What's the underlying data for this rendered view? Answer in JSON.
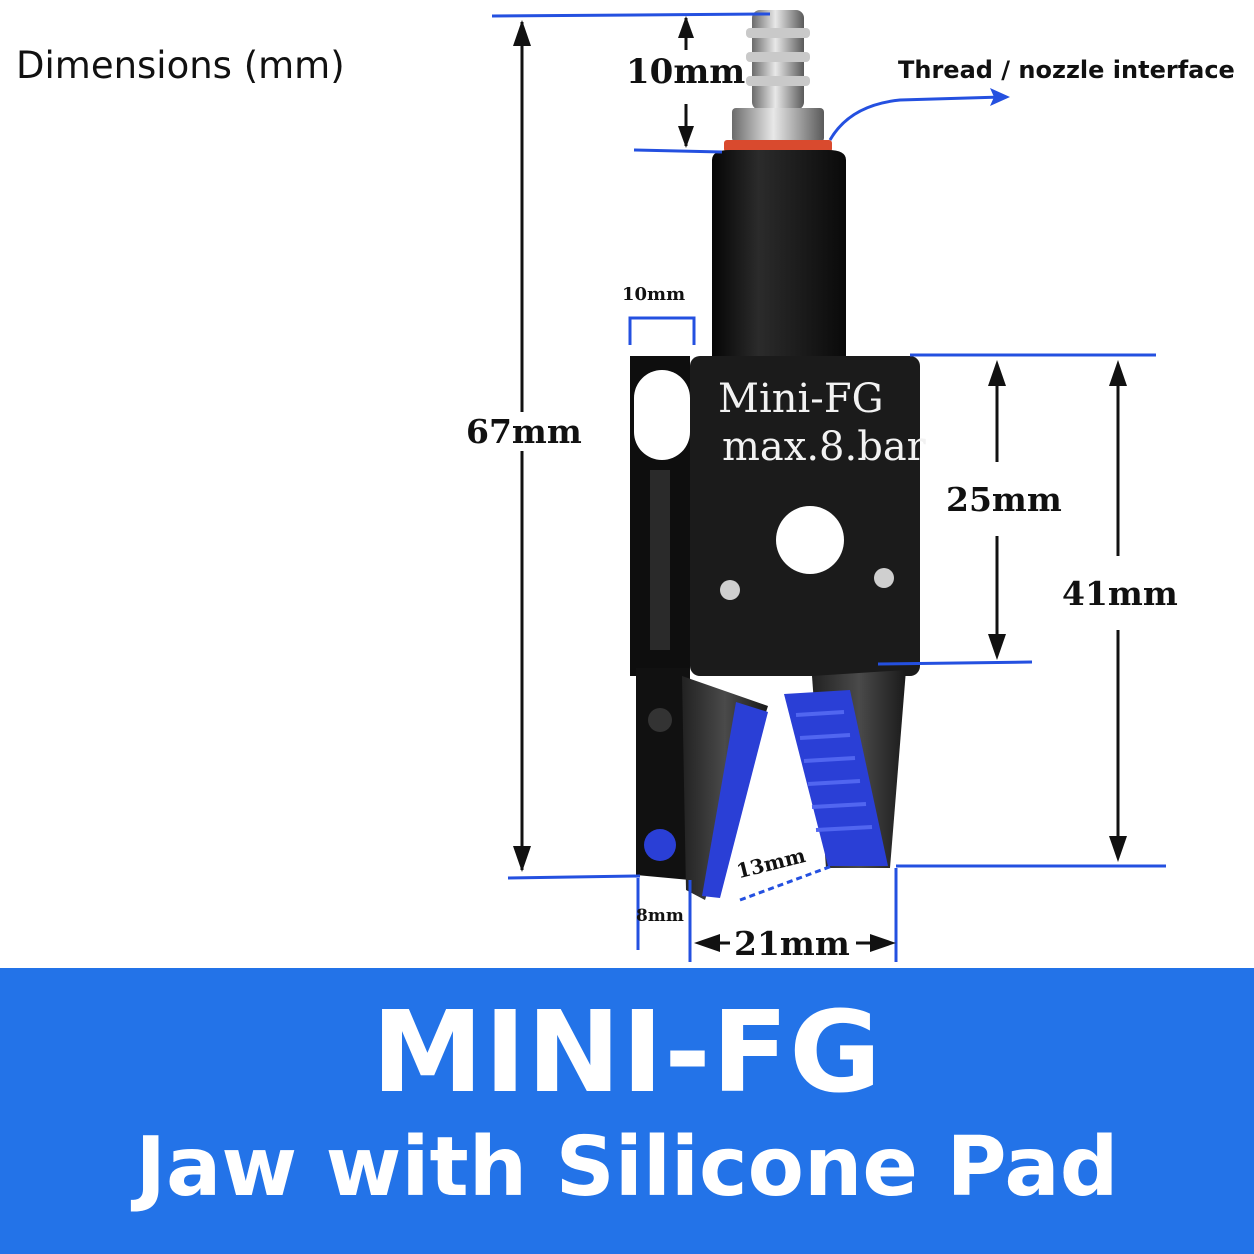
{
  "header": {
    "title": "Dimensions (mm)"
  },
  "device": {
    "label_line1": "Mini-FG",
    "label_line2": "max.8.bar"
  },
  "annotations": {
    "nozzle_height": "10mm",
    "total_height": "67mm",
    "side_width": "10mm",
    "upper_height": "25mm",
    "body_height": "41mm",
    "pad_length": "13mm",
    "jaw_thickness": "8mm",
    "jaw_width": "21mm",
    "thread_note": "Thread / nozzle interface"
  },
  "banner": {
    "title": "MINI-FG",
    "subtitle": "Jaw with Silicone Pad"
  },
  "colors": {
    "dimension_line": "#2450e0",
    "banner": "#2373e8",
    "pad": "#2a3fd6",
    "body": "#161616"
  }
}
